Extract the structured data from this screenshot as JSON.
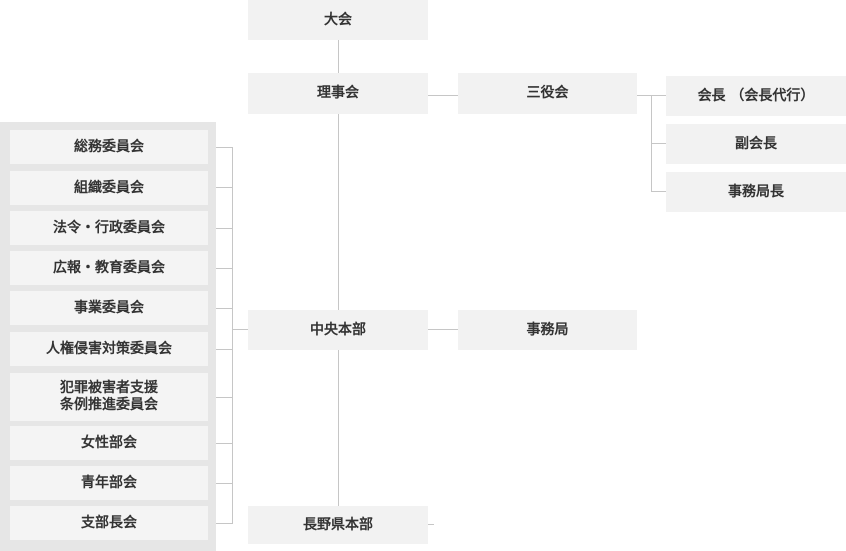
{
  "chart": {
    "top": "大会",
    "board": "理事会",
    "officers": "三役会",
    "officer_roles": [
      "会長 （会長代行）",
      "副会長",
      "事務局長"
    ],
    "hq": "中央本部",
    "secretariat": "事務局",
    "prefecture": "長野県本部",
    "committees": [
      "総務委員会",
      "組織委員会",
      "法令・行政委員会",
      "広報・教育委員会",
      "事業委員会",
      "人権侵害対策委員会",
      "犯罪被害者支援",
      "条例推進委員会",
      "女性部会",
      "青年部会",
      "支部長会"
    ]
  }
}
